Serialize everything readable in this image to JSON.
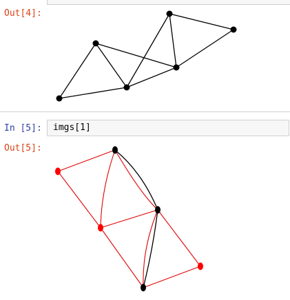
{
  "cells": [
    {
      "out_prompt": "Out[4]:"
    },
    {
      "in_prompt": "In [5]:",
      "code": "imgs[1]",
      "out_prompt": "Out[5]:"
    }
  ],
  "colors": {
    "out_prompt": "#d84315",
    "in_prompt": "#303f9f",
    "black_node": "#000000",
    "red_node": "#ff0000",
    "red_edge": "#e00000"
  }
}
